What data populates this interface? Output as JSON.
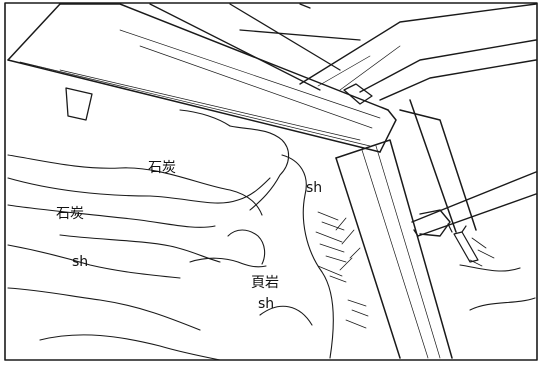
{
  "labels": {
    "coal_upper": "石炭",
    "coal_left": "石炭",
    "sh_left": "sh",
    "sh_right": "sh",
    "shale_kanji": "頁岩",
    "shale_abbrev": "sh"
  }
}
